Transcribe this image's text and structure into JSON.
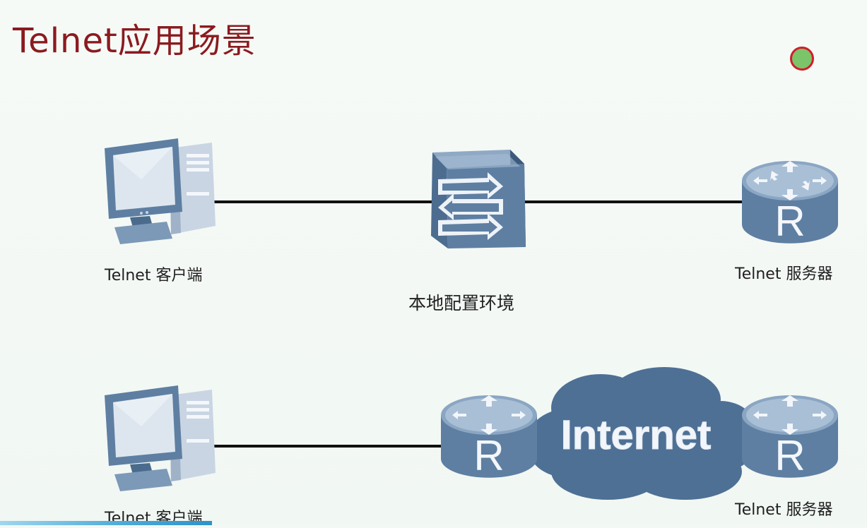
{
  "slide": {
    "title": "Telnet应用场景"
  },
  "scenario_local": {
    "client_label": "Telnet 客户端",
    "environment_label": "本地配置环境",
    "server_label": "Telnet 服务器",
    "router_letter": "R"
  },
  "scenario_internet": {
    "client_label": "Telnet 客户端",
    "cloud_label": "Internet",
    "server_label": "Telnet 服务器",
    "router_letter_left": "R",
    "router_letter_right": "R"
  },
  "colors": {
    "title": "#8b1a1f",
    "device_blue": "#5e7fa2",
    "device_dark": "#3e5d7e",
    "cloud": "#4f7095",
    "pointer_fill": "#7cc46a",
    "pointer_ring": "#d11d2a"
  },
  "icons": [
    "pc-icon",
    "switch-icon",
    "router-icon",
    "cloud-icon",
    "pointer-icon"
  ]
}
